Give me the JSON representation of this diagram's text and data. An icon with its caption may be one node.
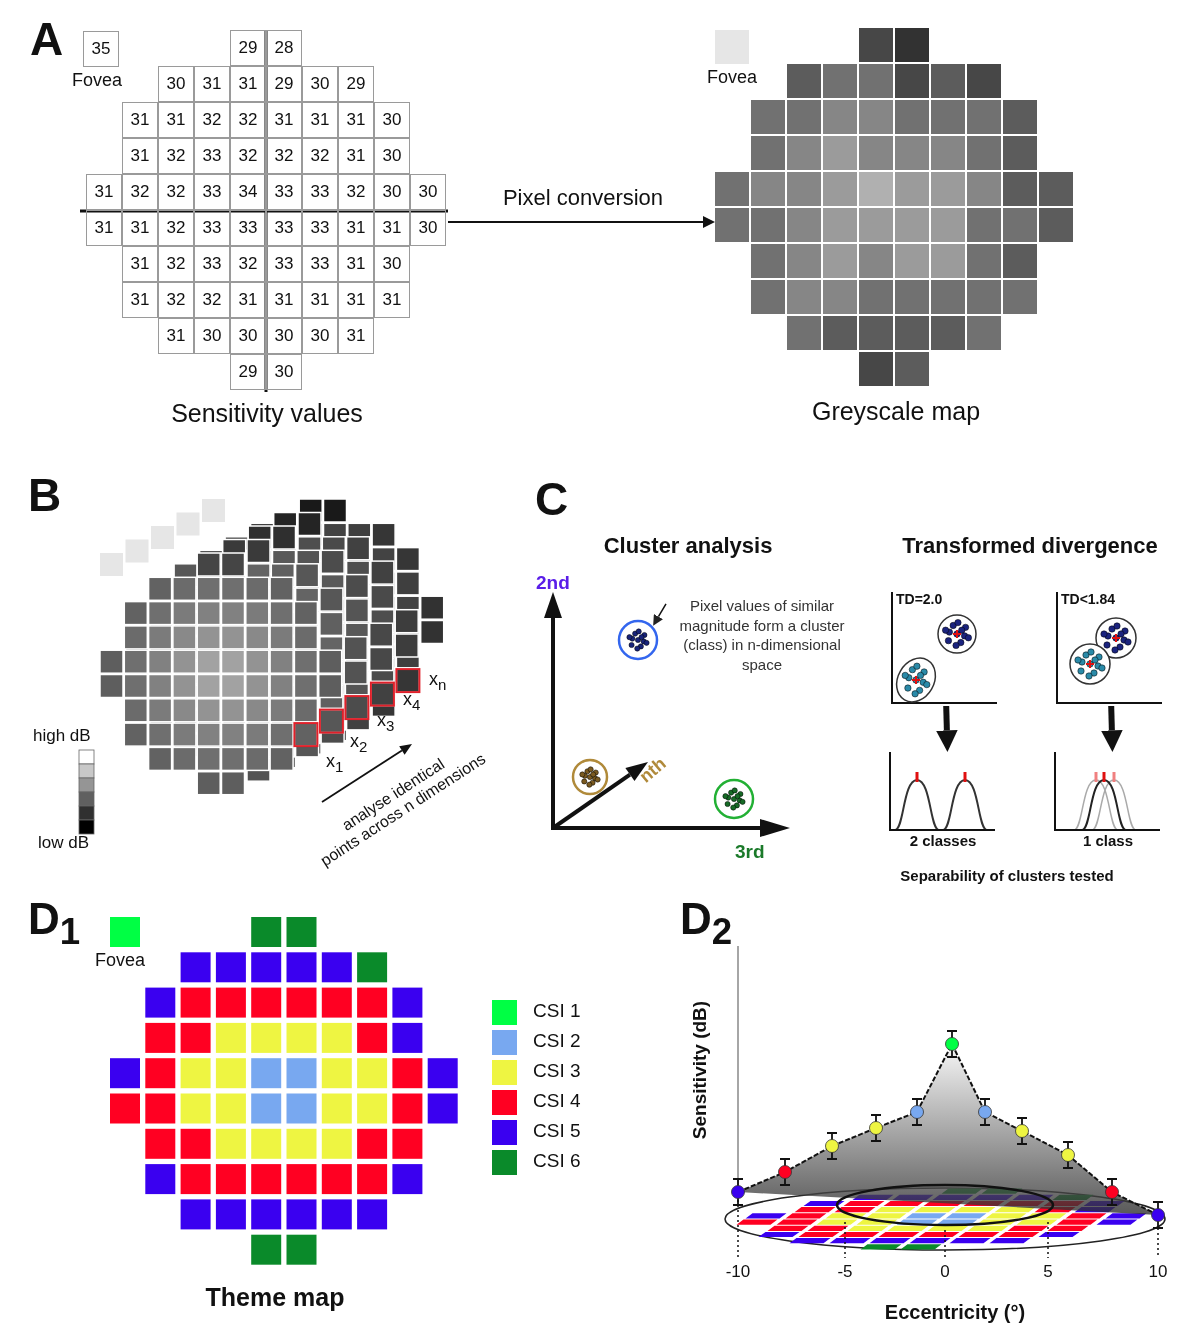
{
  "diagram": {
    "nodes": [
      {
        "text": [
          "Sensitivity values"
        ]
      },
      {
        "text": [
          "35"
        ],
        "in": 0,
        "beside": [
          "Fovea"
        ]
      },
      {
        "text": [
          "29"
        ],
        "in": 0
      },
      {
        "text": [
          "28"
        ],
        "in": 0
      },
      {
        "text": [
          "30"
        ],
        "in": 0
      },
      {
        "text": [
          "31"
        ],
        "in": 0
      },
      {
        "text": [
          "31"
        ],
        "in": 0
      },
      {
        "text": [
          "29"
        ],
        "in": 0
      },
      {
        "text": [
          "30"
        ],
        "in": 0
      },
      {
        "text": [
          "29"
        ],
        "in": 0
      },
      {
        "text": [
          "31"
        ],
        "in": 0
      },
      {
        "text": [
          "31"
        ],
        "in": 0
      },
      {
        "text": [
          "32"
        ],
        "in": 0
      },
      {
        "text": [
          "32"
        ],
        "in": 0
      },
      {
        "text": [
          "31"
        ],
        "in": 0
      },
      {
        "text": [
          "31"
        ],
        "in": 0
      },
      {
        "text": [
          "31"
        ],
        "in": 0
      },
      {
        "text": [
          "30"
        ],
        "in": 0
      },
      {
        "text": [
          "31"
        ],
        "in": 0
      },
      {
        "text": [
          "32"
        ],
        "in": 0
      },
      {
        "text": [
          "33"
        ],
        "in": 0
      },
      {
        "text": [
          "32"
        ],
        "in": 0
      },
      {
        "text": [
          "32"
        ],
        "in": 0
      },
      {
        "text": [
          "32"
        ],
        "in": 0
      },
      {
        "text": [
          "31"
        ],
        "in": 0
      },
      {
        "text": [
          "30"
        ],
        "in": 0
      },
      {
        "text": [
          "31"
        ],
        "in": 0
      },
      {
        "text": [
          "32"
        ],
        "in": 0
      },
      {
        "text": [
          "32"
        ],
        "in": 0
      },
      {
        "text": [
          "33"
        ],
        "in": 0
      },
      {
        "text": [
          "34"
        ],
        "in": 0
      },
      {
        "text": [
          "33"
        ],
        "in": 0
      },
      {
        "text": [
          "33"
        ],
        "in": 0
      },
      {
        "text": [
          "32"
        ],
        "in": 0
      },
      {
        "text": [
          "30"
        ],
        "in": 0
      },
      {
        "text": [
          "30"
        ],
        "in": 0
      },
      {
        "text": [
          "31"
        ],
        "in": 0
      },
      {
        "text": [
          "31"
        ],
        "in": 0
      },
      {
        "text": [
          "32"
        ],
        "in": 0
      },
      {
        "text": [
          "33"
        ],
        "in": 0
      },
      {
        "text": [
          "33"
        ],
        "in": 0
      },
      {
        "text": [
          "33"
        ],
        "in": 0
      },
      {
        "text": [
          "33"
        ],
        "in": 0
      },
      {
        "text": [
          "31"
        ],
        "in": 0
      },
      {
        "text": [
          "31"
        ],
        "in": 0
      },
      {
        "text": [
          "30"
        ],
        "in": 0
      },
      {
        "text": [
          "31"
        ],
        "in": 0
      },
      {
        "text": [
          "32"
        ],
        "in": 0
      },
      {
        "text": [
          "33"
        ],
        "in": 0
      },
      {
        "text": [
          "32"
        ],
        "in": 0
      },
      {
        "text": [
          "33"
        ],
        "in": 0
      },
      {
        "text": [
          "33"
        ],
        "in": 0
      },
      {
        "text": [
          "31"
        ],
        "in": 0
      },
      {
        "text": [
          "30"
        ],
        "in": 0
      },
      {
        "text": [
          "31"
        ],
        "in": 0
      },
      {
        "text": [
          "32"
        ],
        "in": 0
      },
      {
        "text": [
          "32"
        ],
        "in": 0
      },
      {
        "text": [
          "31"
        ],
        "in": 0
      },
      {
        "text": [
          "31"
        ],
        "in": 0
      },
      {
        "text": [
          "31"
        ],
        "in": 0
      },
      {
        "text": [
          "31"
        ],
        "in": 0
      },
      {
        "text": [
          "31"
        ],
        "in": 0
      },
      {
        "text": [
          "31"
        ],
        "in": 0
      },
      {
        "text": [
          "30"
        ],
        "in": 0
      },
      {
        "text": [
          "30"
        ],
        "in": 0
      },
      {
        "text": [
          "30"
        ],
        "in": 0
      },
      {
        "text": [
          "30"
        ],
        "in": 0
      },
      {
        "text": [
          "31"
        ],
        "in": 0
      },
      {
        "text": [
          "29"
        ],
        "in": 0
      },
      {
        "text": [
          "30"
        ],
        "in": 0
      },
      {
        "text": [
          "Greyscale map"
        ]
      },
      {
        "text": [
          "Pixel values of similar magnitude form a cluster (class) in n-dimensional space"
        ]
      },
      {
        "text": [],
        "shape": "circle"
      },
      {
        "text": [],
        "shape": "circle"
      },
      {
        "text": [],
        "shape": "circle"
      },
      {
        "text": [
          "TD=2.0"
        ]
      },
      {
        "text": [
          "TD<1.84"
        ]
      },
      {
        "text": [
          "2 classes"
        ]
      },
      {
        "text": [
          "1 class"
        ]
      }
    ],
    "edges": [
      {
        "from": 0,
        "to": 70,
        "arrow": "to",
        "label": "Pixel conversion"
      },
      {
        "from": 71,
        "to": 73,
        "arrow": "to"
      },
      {
        "from": 75,
        "to": 77,
        "arrow": "to",
        "style": "thick"
      },
      {
        "from": 76,
        "to": 78,
        "arrow": "to",
        "style": "thick"
      }
    ],
    "labels": [
      "A",
      "Fovea",
      "B",
      "high dB",
      "low dB",
      "x$_{1}$",
      "x$_{2}$",
      "x$_{3}$",
      "x$_{4}$",
      "x$_{n}$",
      "analyse identical points across n dimensions",
      "C",
      "Cluster analysis",
      "2nd",
      "nth",
      "3rd",
      "Transformed divergence",
      "Separability of clusters tested",
      "D$_{1}$",
      "Fovea",
      "Theme map",
      "D$_{2}$",
      "Sensitivity (dB)",
      "-10",
      "-5",
      "0",
      "5",
      "10",
      "Eccentricity (°)"
    ],
    "legend": [
      {
        "text": "CSI 1",
        "color": "#00ff44"
      },
      {
        "text": "CSI 2",
        "color": "#78a8f0"
      },
      {
        "text": "CSI 3",
        "color": "#eef542"
      },
      {
        "text": "CSI 4",
        "color": "#ff0022"
      },
      {
        "text": "CSI 5",
        "color": "#3a00f0"
      },
      {
        "text": "CSI 6",
        "color": "#0a8a2a"
      }
    ]
  }
}
